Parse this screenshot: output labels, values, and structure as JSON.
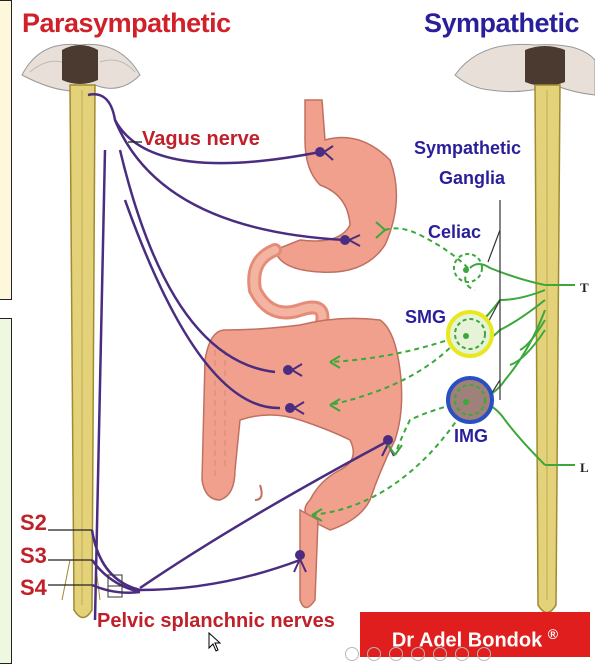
{
  "titles": {
    "parasympathetic": "Parasympathetic",
    "sympathetic": "Sympathetic"
  },
  "labels": {
    "vagus_nerve": "Vagus nerve",
    "sympathetic_ganglia_line1": "Sympathetic",
    "sympathetic_ganglia_line2": "Ganglia",
    "celiac": "Celiac",
    "smg": "SMG",
    "img": "IMG",
    "s2": "S2",
    "s3": "S3",
    "s4": "S4",
    "pelvic_splanchnic": "Pelvic splanchnic nerves",
    "thoracic_cut": "T",
    "lumbar_cut": "L"
  },
  "author": {
    "name": "Dr Adel Bondok",
    "mark": "®"
  },
  "colors": {
    "parasympathetic_red": "#d0202a",
    "sympathetic_blue": "#2a1f9a",
    "parasympathetic_fiber": "#4a2d80",
    "sympathetic_fiber": "#3aa83a",
    "spinal_cord": "#e3d27a",
    "gut": "#f0a08c",
    "smg_ring": "#e8e820",
    "img_ring": "#2850c0",
    "author_bg": "#e01e1e"
  }
}
